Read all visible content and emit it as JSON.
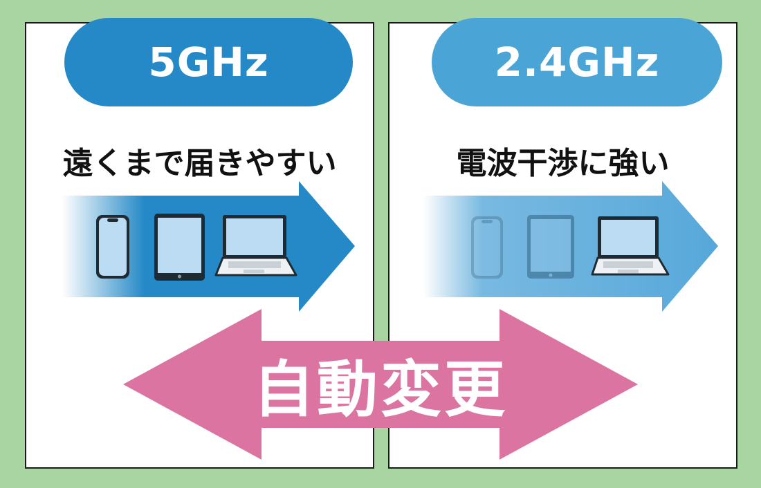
{
  "colors": {
    "background": "#a9d5a2",
    "band_5ghz": "#2589c7",
    "band_24ghz": "#56a8da",
    "auto_arrow": "#dc74a1"
  },
  "left_panel": {
    "band_label": "5GHz",
    "feature": "遠くまで届きやすい",
    "devices": [
      "smartphone-icon",
      "tablet-icon",
      "laptop-icon"
    ]
  },
  "right_panel": {
    "band_label": "2.4GHz",
    "feature": "電波干渉に強い",
    "devices": [
      "smartphone-icon",
      "tablet-icon",
      "laptop-icon"
    ]
  },
  "center_arrow": {
    "label": "自動変更"
  }
}
